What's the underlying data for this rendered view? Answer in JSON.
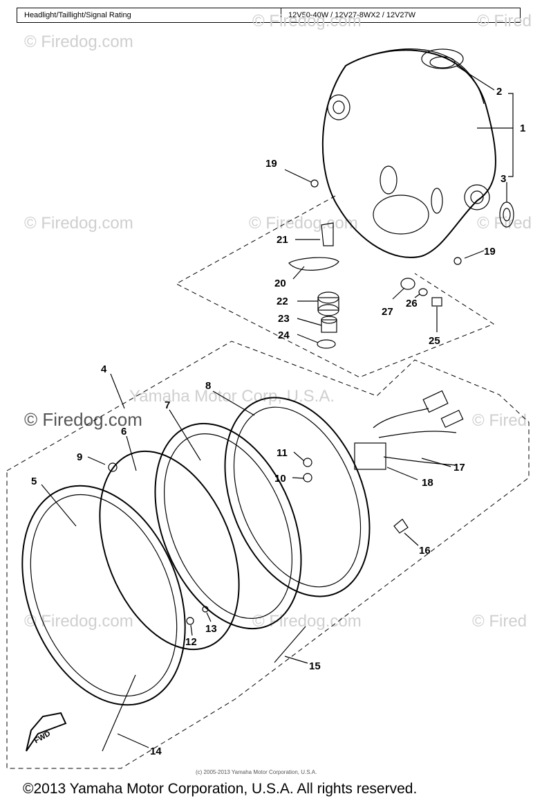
{
  "spec": {
    "label": "Headlight/Taillight/Signal Rating",
    "value": "12V50-40W / 12V27-8WX2 / 12V27W"
  },
  "watermarks": {
    "firedog": "© Firedog.com",
    "firedog_partial": "© Fired",
    "yamaha": "Yamaha Motor Corp, U.S.A.",
    "small_copyright": "(c) 2005-2013 Yamaha Motor Corporation, U.S.A."
  },
  "fwd_label": "FWD",
  "parts": [
    "1",
    "2",
    "3",
    "4",
    "5",
    "6",
    "7",
    "8",
    "9",
    "10",
    "11",
    "12",
    "13",
    "14",
    "15",
    "16",
    "17",
    "18",
    "19",
    "19",
    "20",
    "21",
    "22",
    "23",
    "24",
    "25",
    "26",
    "27"
  ],
  "copyright": "©2013 Yamaha Motor Corporation, U.S.A. All rights reserved."
}
